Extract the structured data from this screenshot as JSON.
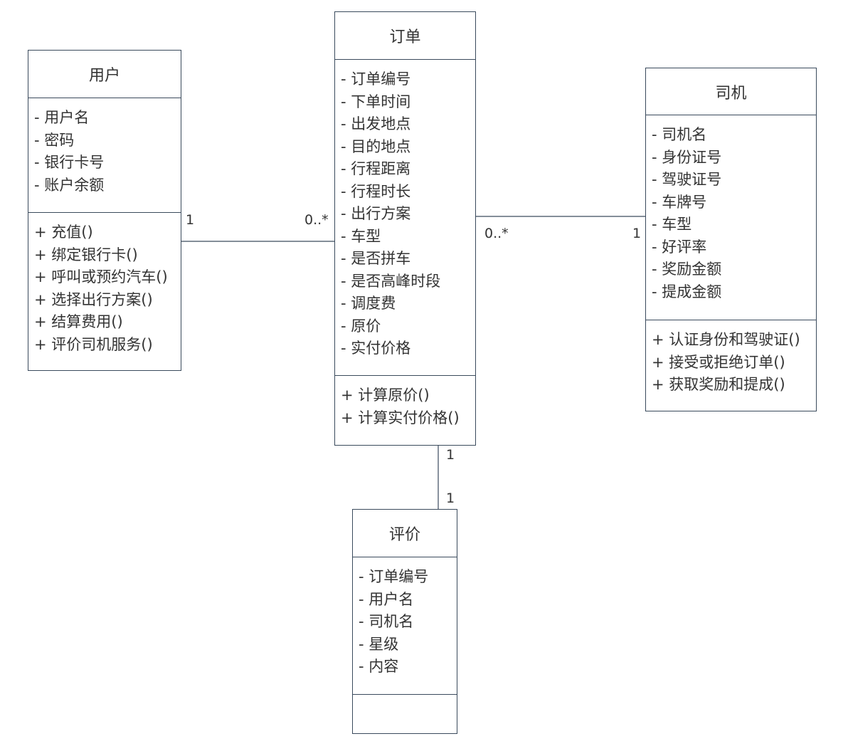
{
  "classes": {
    "user": {
      "name": "用户",
      "attributes": [
        "- 用户名",
        "- 密码",
        "- 银行卡号",
        "- 账户余额"
      ],
      "methods": [
        "+ 充值()",
        "+ 绑定银行卡()",
        "+ 呼叫或预约汽车()",
        "+ 选择出行方案()",
        "+ 结算费用()",
        "+ 评价司机服务()"
      ]
    },
    "order": {
      "name": "订单",
      "attributes": [
        "- 订单编号",
        "- 下单时间",
        "- 出发地点",
        "- 目的地点",
        "- 行程距离",
        "- 行程时长",
        "- 出行方案",
        "- 车型",
        "- 是否拼车",
        "- 是否高峰时段",
        "- 调度费",
        "- 原价",
        "- 实付价格"
      ],
      "methods": [
        "+ 计算原价()",
        "+ 计算实付价格()"
      ]
    },
    "driver": {
      "name": "司机",
      "attributes": [
        "- 司机名",
        "- 身份证号",
        "- 驾驶证号",
        "- 车牌号",
        "- 车型",
        "- 好评率",
        "- 奖励金额",
        "- 提成金额"
      ],
      "methods": [
        "+ 认证身份和驾驶证()",
        "+ 接受或拒绝订单()",
        "+ 获取奖励和提成()"
      ]
    },
    "review": {
      "name": "评价",
      "attributes": [
        "- 订单编号",
        "- 用户名",
        "- 司机名",
        "- 星级",
        "- 内容"
      ],
      "methods": []
    }
  },
  "associations": {
    "user_order": {
      "user_end": "1",
      "order_end": "0..*"
    },
    "order_driver": {
      "order_end": "0..*",
      "driver_end": "1"
    },
    "order_review": {
      "order_end": "1",
      "review_end": "1"
    }
  },
  "colors": {
    "border": "#3a4a5c",
    "text": "#333333"
  }
}
